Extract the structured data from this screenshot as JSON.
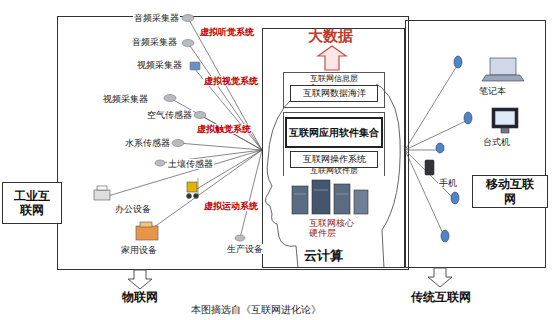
{
  "diagram": {
    "caption": "本图摘选自《互联网进化论》",
    "nodes": [
      {
        "text": [
          "云计算"
        ]
      },
      {
        "text": [
          "互联网信息层"
        ],
        "in": 0
      },
      {
        "text": [
          "互联网数据海洋"
        ],
        "in": 1
      },
      {
        "text": [
          "互联网软件层"
        ],
        "in": 0
      },
      {
        "text": [
          "互联网应用软件集合"
        ],
        "in": 3
      },
      {
        "text": [
          "互联网操作系统"
        ],
        "in": 3
      },
      {
        "text": [
          "工业互联网"
        ]
      },
      {
        "text": [
          "移动互联网"
        ]
      }
    ],
    "labels": [
      "大数据",
      "音频采集器",
      "虚拟听觉系统",
      "音频采集器",
      "视频采集器",
      "虚拟视觉系统",
      "视频采集器",
      "空气传感器",
      "虚拟触觉系统",
      "水系传感器",
      "土壤传感器",
      "办公设备",
      "虚拟运动系统",
      "家用设备",
      "生产设备",
      "互联网核心硬件层",
      "笔记本",
      "台式机",
      "手机",
      "物联网",
      "传统互联网"
    ]
  }
}
